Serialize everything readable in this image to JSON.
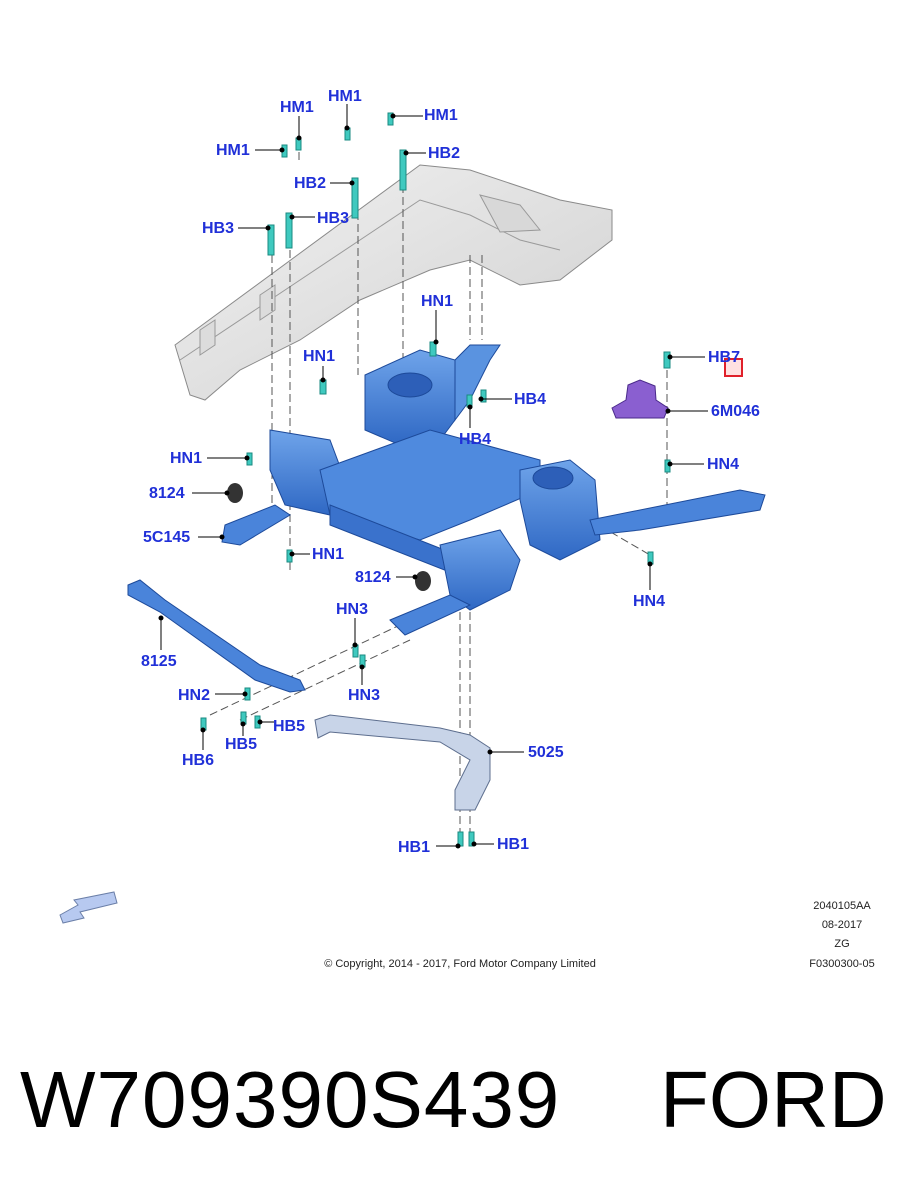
{
  "callouts": {
    "hm1_a": "HM1",
    "hm1_b": "HM1",
    "hm1_c": "HM1",
    "hm1_d": "HM1",
    "hb2_a": "HB2",
    "hb2_b": "HB2",
    "hb3_a": "HB3",
    "hb3_b": "HB3",
    "hn1_a": "HN1",
    "hn1_b": "HN1",
    "hn1_c": "HN1",
    "hn1_d": "HN1",
    "hb7": "HB7",
    "part_6m046": "6M046",
    "hb4_a": "HB4",
    "hb4_b": "HB4",
    "hn4_a": "HN4",
    "hn4_b": "HN4",
    "part_8124_a": "8124",
    "part_8124_b": "8124",
    "part_5c145": "5C145",
    "hn3_a": "HN3",
    "hn3_b": "HN3",
    "part_8125": "8125",
    "hn2": "HN2",
    "hb5_a": "HB5",
    "hb5_b": "HB5",
    "hb6": "HB6",
    "part_5025": "5025",
    "hb1_a": "HB1",
    "hb1_b": "HB1"
  },
  "meta": {
    "code": "2040105AA",
    "date": "08-2017",
    "region": "ZG",
    "ref": "F0300300-05"
  },
  "copyright": "© Copyright, 2014 - 2017, Ford Motor Company Limited",
  "part_number": "W709390S439",
  "brand": "FORD",
  "colors": {
    "callout": "#2030d8",
    "subframe": "#4a86d8",
    "body_panel": "#e6e6e6",
    "fastener": "#3fc9bf",
    "mount": "#8a5fd0",
    "highlight": "#e0202a"
  }
}
